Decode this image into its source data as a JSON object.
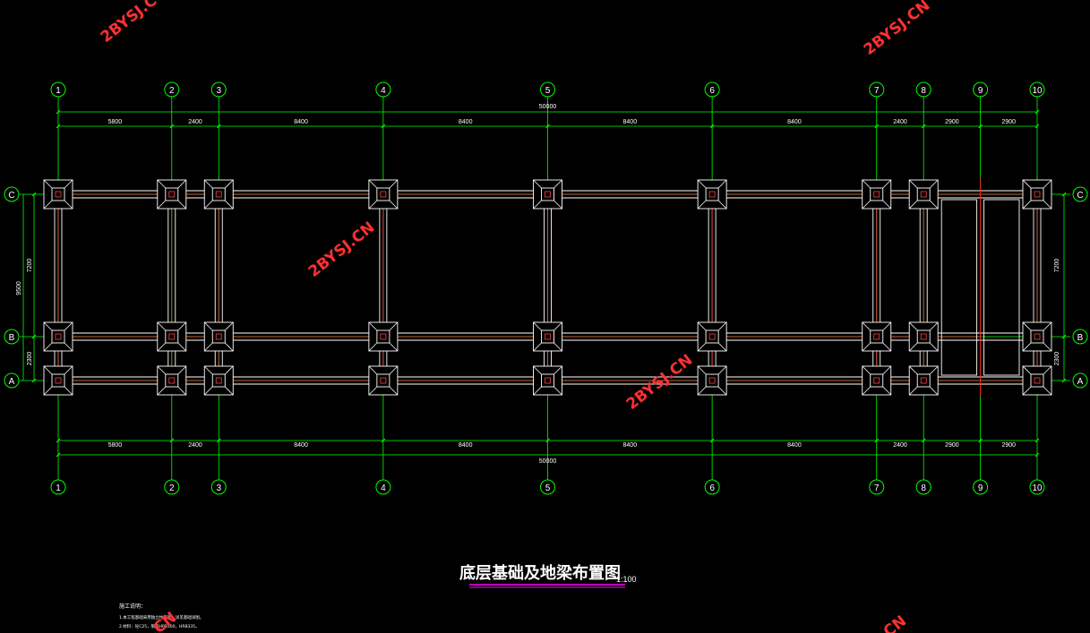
{
  "drawing": {
    "title": "底层基础及地梁布置图",
    "scale": "1:100",
    "notes": {
      "heading": "施工说明：",
      "line1": "1.本工程基础采用独立柱基础，详见基础详图。",
      "line2": "2.材料：砼C25，钢筋HPB300，HRB335。"
    }
  },
  "axes": {
    "columns": [
      "1",
      "2",
      "3",
      "4",
      "5",
      "6",
      "7",
      "8",
      "9",
      "10"
    ],
    "rows": [
      "C",
      "B",
      "A"
    ]
  },
  "dimensions": {
    "spans": [
      "5800",
      "2400",
      "8400",
      "8400",
      "8400",
      "8400",
      "2400",
      "2900",
      "2900"
    ],
    "total": "50000",
    "right_spans": [
      "7200",
      "2300"
    ],
    "left_spans": [
      "7200",
      "2300"
    ],
    "left_total": "9500"
  },
  "watermark": {
    "text": "2BYSJ.CN",
    "partial": ".CN",
    "partial2": "CN",
    "partial3": "2BYSJ.C"
  },
  "colors": {
    "grid": "#00ff00",
    "beam": "#ffffff",
    "beam_inner": "#ff4444",
    "footing": "#ffffff",
    "watermark": "#ff3030",
    "title": "#ffffff",
    "underline": "#ff00ff"
  }
}
